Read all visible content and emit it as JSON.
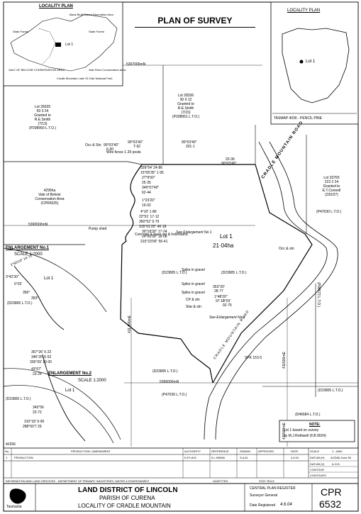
{
  "title": "PLAN OF SURVEY",
  "locality_plan_left": {
    "heading": "LOCALITY PLAN",
    "labels": [
      "Black Bluff Nature Recreation Area",
      "State Forest",
      "State Forest",
      "Lot 1",
      "VALE OF BELVOIR CONSERVATION AREA",
      "Cradle Mountain Lake St Clair National Park",
      "Vale River Conservation Area"
    ]
  },
  "locality_plan_right": {
    "heading": "LOCALITY PLAN",
    "lot_label": "Lot 1",
    "caption": "TASMAP 4036 - PENCIL PINE"
  },
  "grid_labels": {
    "n1": "5397000mN",
    "n2": "5396500mN",
    "n3": "5396000mN",
    "e1": "411 000mE",
    "e2": "411500mE",
    "e3": "411500mE"
  },
  "parcels": {
    "lot_28336": [
      "Lot 28336",
      "30 0 12",
      "Granted to",
      "R.E.Smith",
      "(7/15)",
      "(P208951 L.T.O.)"
    ],
    "lot_28335": [
      "Lot 28335",
      "69 3 24",
      "Granted to",
      "R.E.Smith",
      "(7/13)",
      "(P208950 L.T.O.)"
    ],
    "lot_33765": [
      "Lot 33765",
      "223 2 24",
      "Granted to",
      "E.T.Connell",
      "(220/27)"
    ],
    "conservation": [
      "4295ha",
      "Vale of Belvoir",
      "Conservation Area",
      "(CPR5025)"
    ],
    "p47030_a": "(P47030 L.T.O.)",
    "p47030_b": "(P47030 L.T.O.)",
    "d23805": [
      "(D23805 L.T.O.)",
      "(D23805 L.T.O.)",
      "(D23805 L.T.O.)",
      "(D23805 L.T.O.)",
      "(D23805 L.T.O.)"
    ],
    "d46684": "(D46684 L.T.O.)",
    "p98572": "(P98572 L.T.O.)"
  },
  "lot": {
    "name": "Lot 1",
    "area": "21·04ha"
  },
  "enlargement_refs": [
    "See Enlargement No 1",
    "See Enlargement No 2"
  ],
  "road_label": "CRADLE MOUNTAIN ROAD",
  "bearings_top": [
    "90°03'40\"",
    "T-92",
    "90°03'40\"",
    "201·1",
    "90°03'40\"",
    "6·60",
    "20·36",
    "90°03'40\""
  ],
  "bearings_creek": [
    "339°54' 24·86",
    "15°05'35\" 1·95",
    "27°9'00\"",
    "25·35",
    "349°07'40\"",
    "62·44",
    "1°23'20\"",
    "19·02",
    "4°10' 1·86",
    "22°51' 17·12",
    "350°52' 9·79",
    "315°01'20\" 40·18",
    "30°18'30\" 17·24",
    "24°06'00\" 18·08",
    "315°23'00\" 56·41"
  ],
  "bearings_mid": [
    "353°20'",
    "28·77",
    "1°48'20\"",
    "97·13",
    "6°03'",
    "92·75"
  ],
  "annotations": [
    "Wire fence 1·20 posts",
    "Spike in gravel",
    "Spike in gravel",
    "Spike in gravel",
    "CP & stn",
    "Star & stn",
    "Concrete & base set & hole/stand",
    "Pump shed",
    "Occ & Stn",
    "Occ & stn",
    "SPK 153·5"
  ],
  "enlargement1": {
    "title": "ENLARGEMENT No.1",
    "scale": "SCALE 1:2000",
    "lot": "Lot 1",
    "ref": "(D23805 L.T.O.)",
    "bearings": [
      "2°50'10\" 14·70",
      "3°42'30\"",
      "5°02'",
      "356°",
      "353°"
    ]
  },
  "enlargement2": {
    "title": "ENLARGEMENT No.2",
    "scale": "SCALE 1:2000",
    "lot": "Lot 1",
    "ref": "(D23805 L.T.O.)",
    "bearings": [
      "357°26' 5·22",
      "346°25' 6·52",
      "336°09' 10·00",
      "43°07'",
      "23·24",
      "343°56",
      "23·72",
      "310°18' 9·90",
      "288°50'7 29"
    ]
  },
  "note": {
    "heading": "NOTE:",
    "line1": "Lot 1 based on survey",
    "line2": "by M.J.Rothwell (F.B.9024)"
  },
  "revision_table": {
    "headers": [
      "No.",
      "PRODUCTION / AMENDMENT",
      "AUTHORITY",
      "REFERENCE",
      "DRAWN",
      "APPROVED",
      "DATE"
    ],
    "row": [
      "1",
      "PRODUCTION",
      "D.P.I.W.E.",
      "5.L.9598/6",
      "S.A.M.",
      "",
      "4.6.04"
    ],
    "dept": "INFORMATION AND LAND SERVICES - DEPARTMENT OF PRIMARY INDUSTRIES, WATER & ENVIRONMENT",
    "gazetted": "GAZETTED",
    "stat_rule": "STAT. RULE"
  },
  "side_table": [
    {
      "label": "SCALE",
      "value": "1 : 4000"
    },
    {
      "label": "DATUM (H)",
      "value": "AGD66 Zone 55"
    },
    {
      "label": "DATUM (V)",
      "value": "A.H.D."
    },
    {
      "label": "CONTOUR",
      "value": ""
    },
    {
      "label": "CONTOURS",
      "value": ""
    }
  ],
  "footer": {
    "line1": "LAND DISTRICT OF LINCOLN",
    "line2": "PARISH OF CURENA",
    "line3": "LOCALITY OF CRADLE MOUNTAIN",
    "logo_text": "Tasmania",
    "central_register": "CENTRAL PLAN REGISTER",
    "surveyor_general": "Surveyor General",
    "date_registered_label": "Date Registered",
    "date_registered": "4.6.04",
    "plan_code": "CPR",
    "plan_number": "6532",
    "sheet_ref": "4//266"
  }
}
